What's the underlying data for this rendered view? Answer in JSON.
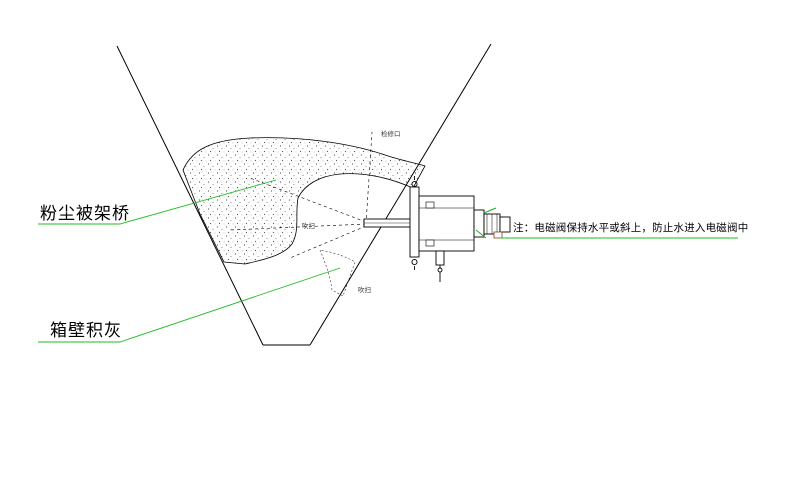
{
  "labels": {
    "bridging": "粉尘被架桥",
    "wall_ash": "箱壁积灰",
    "note": "注：电磁阀保持水平或斜上，防止水进入电磁阀中",
    "small_top": "检修口",
    "small_mid": "吹扫",
    "small_bottom": "吹扫"
  },
  "colors": {
    "line": "#000000",
    "leader": "#22bb22",
    "dust": "#555555",
    "device_accent": "#22aa22",
    "device_accent2": "#8b3a1a"
  }
}
